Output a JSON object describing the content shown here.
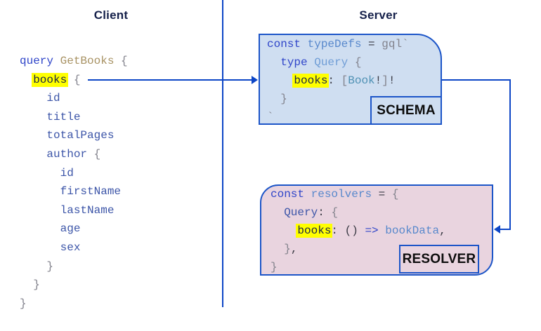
{
  "headers": {
    "client": "Client",
    "server": "Server"
  },
  "labels": {
    "schema": "SCHEMA",
    "resolver": "RESOLVER"
  },
  "colors": {
    "accent_blue": "#0d46c6",
    "box_border_blue": "#1c55c8",
    "schema_fill": "#cfdef1",
    "resolver_fill": "#e9d4df",
    "highlight_yellow": "#ffff00",
    "keyword_blue": "#2f45c9",
    "operation_name_tan": "#a89263",
    "field_blue": "#3c55a8",
    "identifier_blue": "#5888cc",
    "type_teal": "#4f91b4",
    "punctuation_gray": "#83838d",
    "header_navy": "#15204a"
  },
  "client_code": {
    "text": "query GetBooks {\n  books {\n    id\n    title\n    totalPages\n    author {\n      id\n      firstName\n      lastName\n      age\n      sex\n    }\n  }\n}",
    "lines": [
      [
        [
          "query",
          "kw"
        ],
        [
          " ",
          "plain"
        ],
        [
          "GetBooks",
          "tan"
        ],
        [
          " ",
          "plain"
        ],
        [
          "{",
          "gray"
        ]
      ],
      [
        [
          "  ",
          "plain"
        ],
        [
          "books",
          "hl"
        ],
        [
          " ",
          "plain"
        ],
        [
          "{",
          "gray"
        ]
      ],
      [
        [
          "    ",
          "plain"
        ],
        [
          "id",
          "field"
        ]
      ],
      [
        [
          "    ",
          "plain"
        ],
        [
          "title",
          "field"
        ]
      ],
      [
        [
          "    ",
          "plain"
        ],
        [
          "totalPages",
          "field"
        ]
      ],
      [
        [
          "    ",
          "plain"
        ],
        [
          "author",
          "field"
        ],
        [
          " ",
          "plain"
        ],
        [
          "{",
          "gray"
        ]
      ],
      [
        [
          "      ",
          "plain"
        ],
        [
          "id",
          "field"
        ]
      ],
      [
        [
          "      ",
          "plain"
        ],
        [
          "firstName",
          "field"
        ]
      ],
      [
        [
          "      ",
          "plain"
        ],
        [
          "lastName",
          "field"
        ]
      ],
      [
        [
          "      ",
          "plain"
        ],
        [
          "age",
          "field"
        ]
      ],
      [
        [
          "      ",
          "plain"
        ],
        [
          "sex",
          "field"
        ]
      ],
      [
        [
          "    ",
          "plain"
        ],
        [
          "}",
          "gray"
        ]
      ],
      [
        [
          "  ",
          "plain"
        ],
        [
          "}",
          "gray"
        ]
      ],
      [
        [
          "}",
          "gray"
        ]
      ]
    ]
  },
  "schema_code": {
    "text": "const typeDefs = gql`\n  type Query {\n    books: [Book!]!\n  }\n`",
    "lines": [
      [
        [
          "const",
          "kw"
        ],
        [
          " ",
          "plain"
        ],
        [
          "typeDefs",
          "ident"
        ],
        [
          " ",
          "plain"
        ],
        [
          "=",
          "dark"
        ],
        [
          " ",
          "plain"
        ],
        [
          "gql`",
          "gray"
        ]
      ],
      [
        [
          "  ",
          "plain"
        ],
        [
          "type",
          "kw"
        ],
        [
          " ",
          "plain"
        ],
        [
          "Query",
          "lite"
        ],
        [
          " ",
          "plain"
        ],
        [
          "{",
          "gray"
        ]
      ],
      [
        [
          "    ",
          "plain"
        ],
        [
          "books",
          "hl"
        ],
        [
          ":",
          "dark"
        ],
        [
          " ",
          "plain"
        ],
        [
          "[",
          "gray"
        ],
        [
          "Book",
          "teal"
        ],
        [
          "!",
          "dark"
        ],
        [
          "]",
          "gray"
        ],
        [
          "!",
          "dark"
        ]
      ],
      [
        [
          "  ",
          "plain"
        ],
        [
          "}",
          "gray"
        ]
      ],
      [
        [
          "`",
          "gray"
        ]
      ]
    ]
  },
  "resolver_code": {
    "text": "const resolvers = {\n  Query: {\n    books: () => bookData,\n  },\n}",
    "lines": [
      [
        [
          "const",
          "kw"
        ],
        [
          " ",
          "plain"
        ],
        [
          "resolvers",
          "ident"
        ],
        [
          " ",
          "plain"
        ],
        [
          "=",
          "dark"
        ],
        [
          " ",
          "plain"
        ],
        [
          "{",
          "gray"
        ]
      ],
      [
        [
          "  ",
          "plain"
        ],
        [
          "Query",
          "field"
        ],
        [
          ":",
          "dark"
        ],
        [
          " ",
          "plain"
        ],
        [
          "{",
          "gray"
        ]
      ],
      [
        [
          "    ",
          "plain"
        ],
        [
          "books",
          "hl"
        ],
        [
          ":",
          "dark"
        ],
        [
          " ",
          "plain"
        ],
        [
          "()",
          "dark"
        ],
        [
          " ",
          "plain"
        ],
        [
          "=>",
          "kw"
        ],
        [
          " ",
          "plain"
        ],
        [
          "bookData",
          "ident"
        ],
        [
          ",",
          "dark"
        ]
      ],
      [
        [
          "  ",
          "plain"
        ],
        [
          "}",
          "gray"
        ],
        [
          ",",
          "dark"
        ]
      ],
      [
        [
          "}",
          "gray"
        ]
      ]
    ]
  }
}
